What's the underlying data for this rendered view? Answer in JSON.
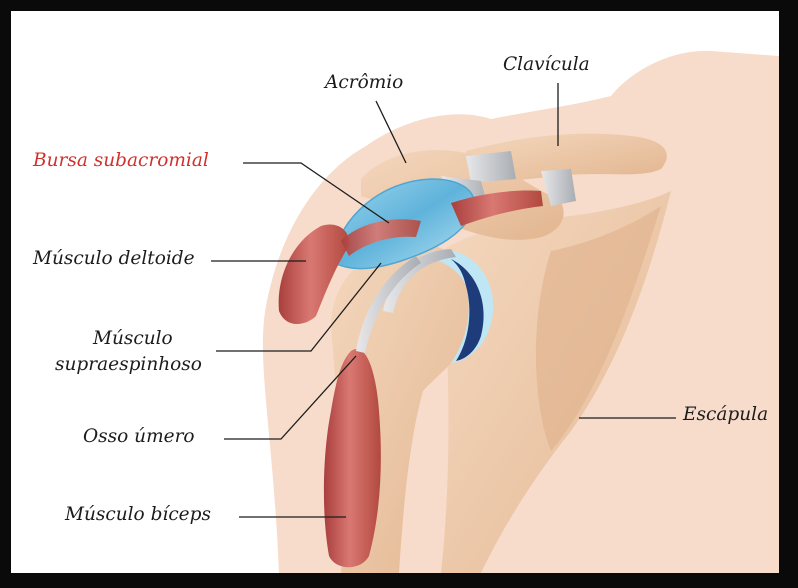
{
  "labels": {
    "acromio": "Acrômio",
    "clavicula": "Clavícula",
    "bursa": "Bursa subacromial",
    "deltoide": "Músculo deltoide",
    "supra_line1": "Músculo",
    "supra_line2": "supraespinhoso",
    "umero": "Osso úmero",
    "escapula": "Escápula",
    "biceps": "Músculo bíceps"
  },
  "colors": {
    "frame": "#0a0a0a",
    "highlight_label": "#d0312d",
    "skin": "#f7dccb",
    "bone": "#eec8a9",
    "muscle": "#c85a55",
    "bursa": "#7cc3e0",
    "cartilage": "#bfe6f5"
  }
}
